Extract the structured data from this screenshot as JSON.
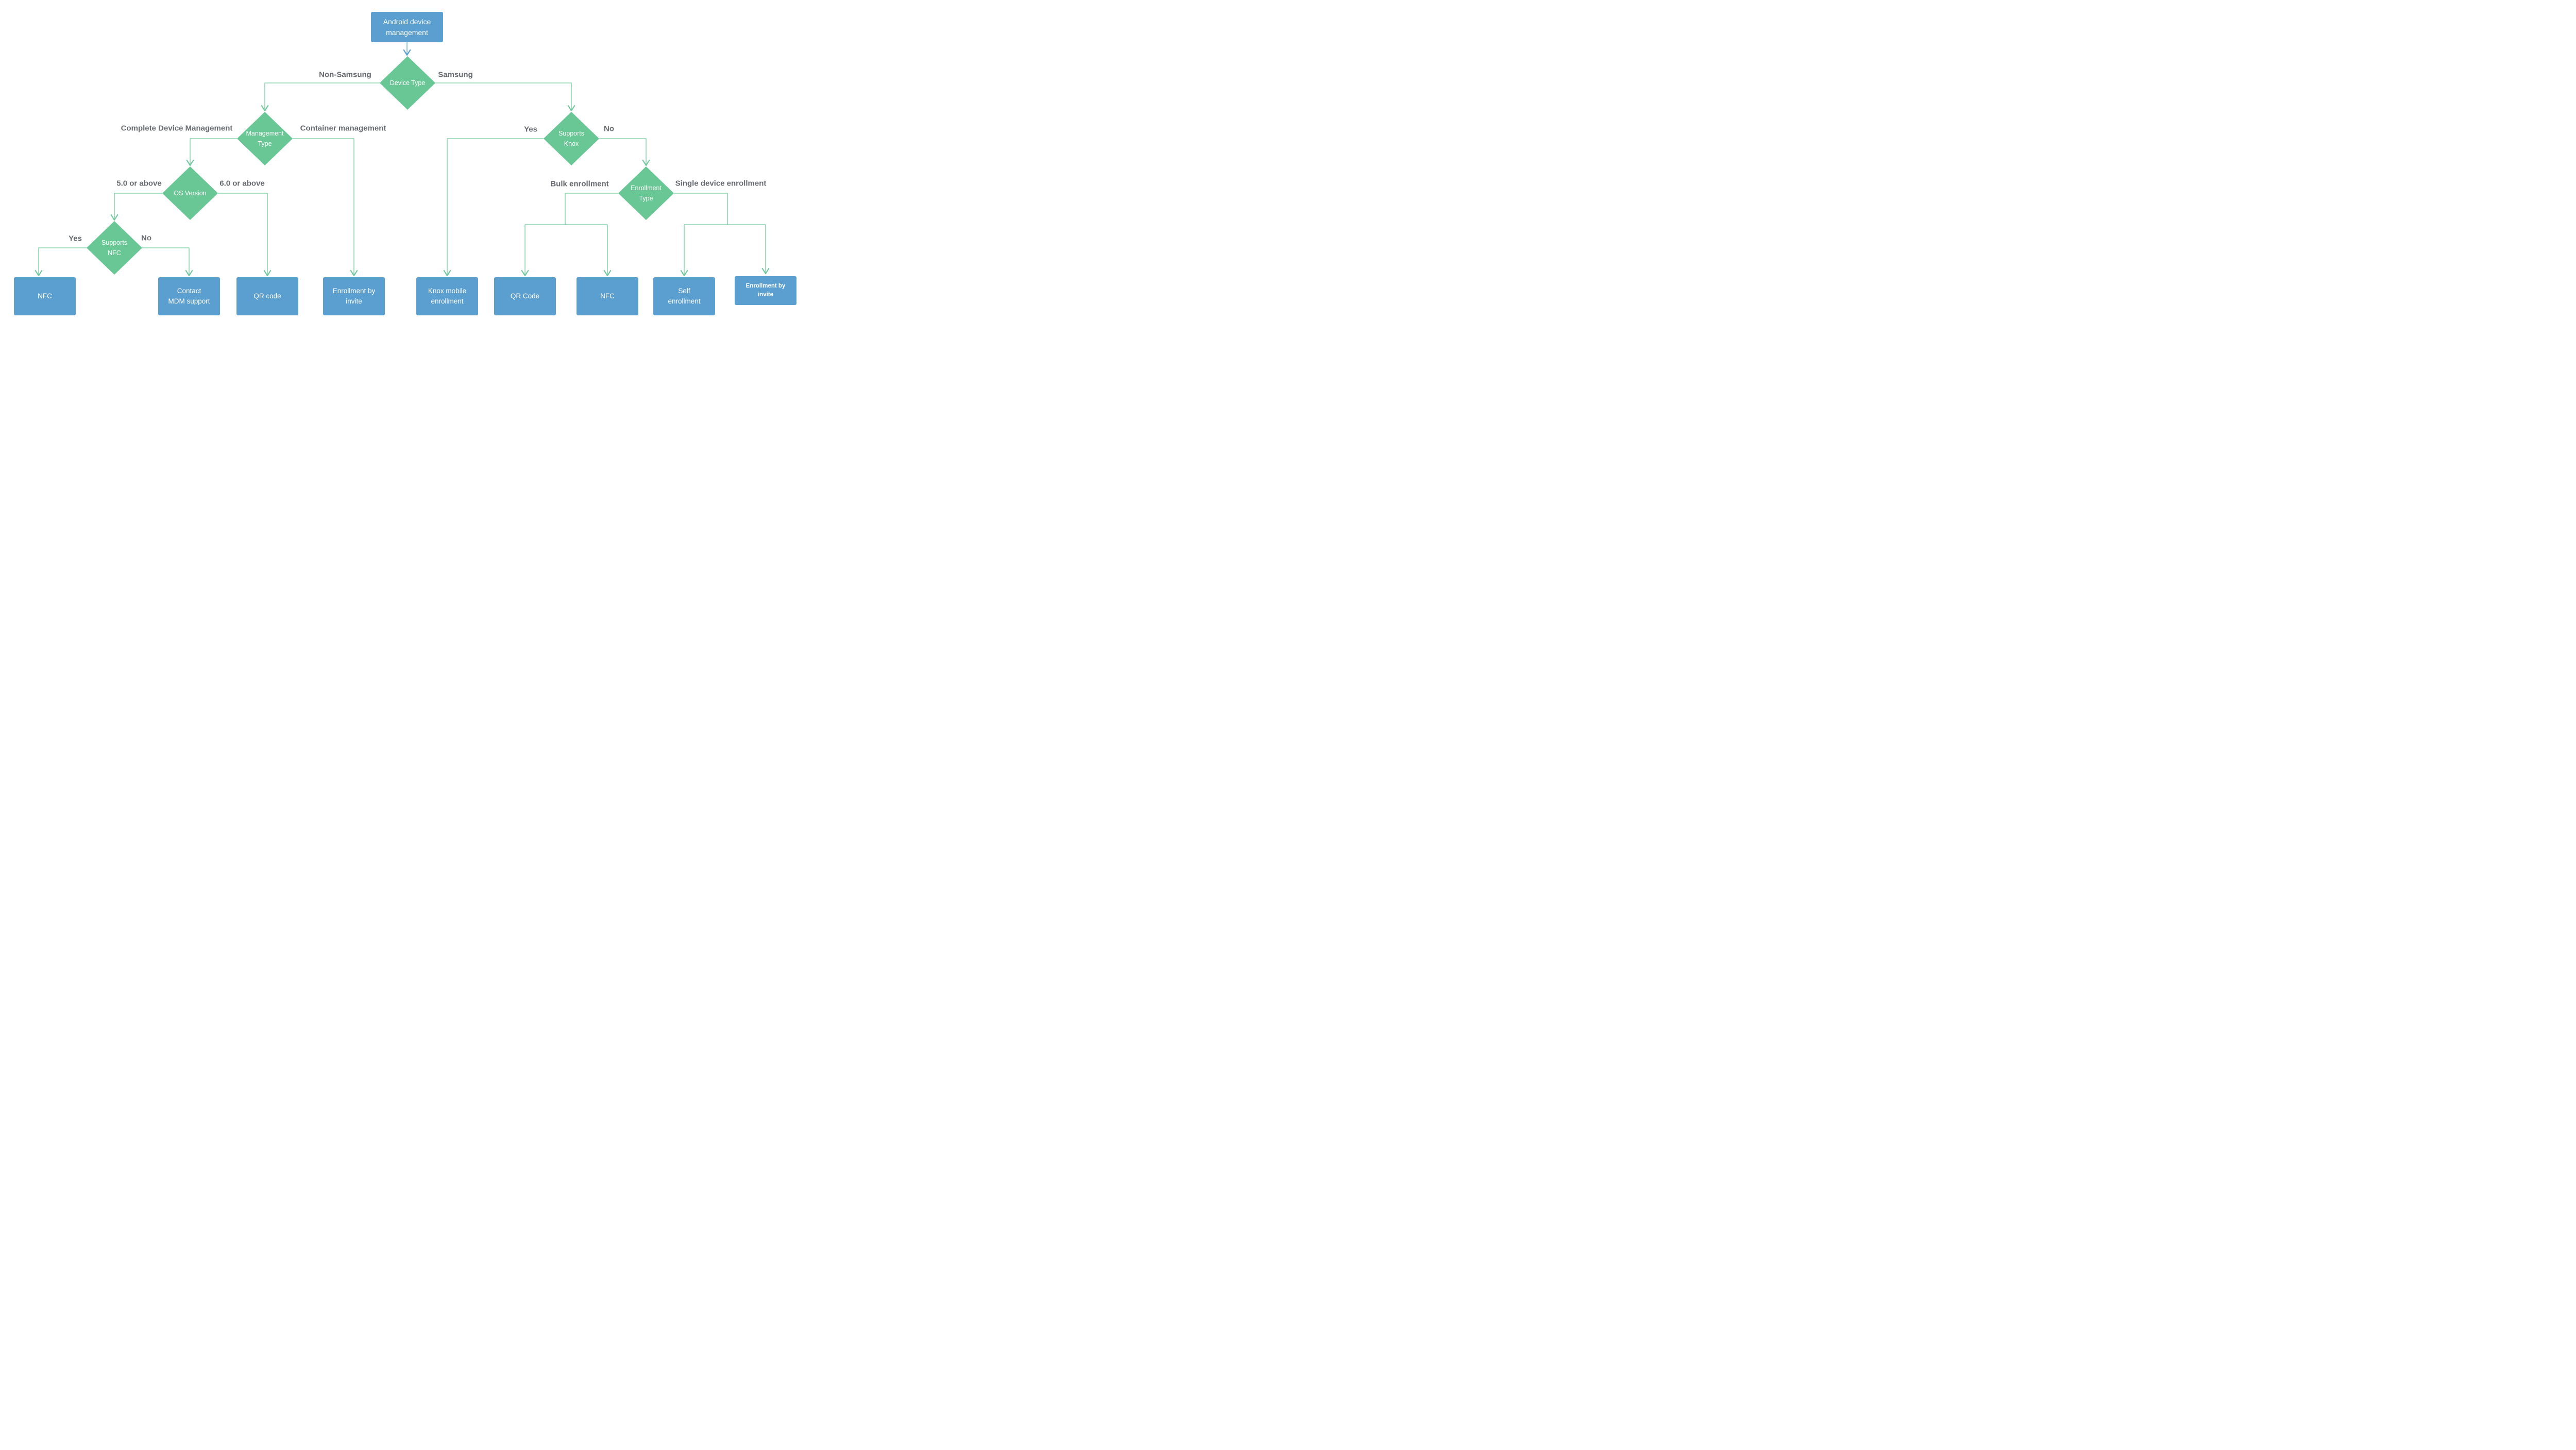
{
  "diagram": {
    "title": "Android device management decision tree",
    "type": "flowchart",
    "colors": {
      "process_box_blue": "#5A9FD0",
      "decision_diamond_green": "#69C795",
      "connector_green": "#74C99E",
      "connector_blue": "#5A9FD0",
      "branch_label_gray": "#666a6e",
      "node_text": "#FFFFFF",
      "background": "#FFFFFF"
    },
    "start": {
      "label": "Android device\nmanagement"
    },
    "decisions": {
      "device_type": {
        "label": "Device Type"
      },
      "management_type": {
        "label": "Management\nType"
      },
      "os_version": {
        "label": "OS Version"
      },
      "supports_nfc": {
        "label": "Supports\nNFC"
      },
      "supports_knox": {
        "label": "Supports\nKnox"
      },
      "enrollment_type": {
        "label": "Enrollment\nType"
      }
    },
    "branches": {
      "non_samsung": "Non-Samsung",
      "samsung": "Samsung",
      "complete_device_management": "Complete Device Management",
      "container_management": "Container management",
      "os_50_or_above": "5.0 or above",
      "os_60_or_above": "6.0 or above",
      "nfc_yes": "Yes",
      "nfc_no": "No",
      "knox_yes": "Yes",
      "knox_no": "No",
      "bulk_enrollment": "Bulk enrollment",
      "single_device_enrollment": "Single device enrollment"
    },
    "outcomes": {
      "nfc_left": {
        "label": "NFC"
      },
      "contact_mdm": {
        "label": "Contact\nMDM support"
      },
      "qr_code_left": {
        "label": "QR code"
      },
      "invite_left": {
        "label": "Enrollment by\ninvite"
      },
      "knox_mobile": {
        "label": "Knox mobile\nenrollment"
      },
      "qr_code_right": {
        "label": "QR Code"
      },
      "nfc_right": {
        "label": "NFC"
      },
      "self_enrollment": {
        "label": "Self\nenrollment"
      },
      "invite_right": {
        "label": "Enrollment by\ninvite"
      }
    }
  }
}
